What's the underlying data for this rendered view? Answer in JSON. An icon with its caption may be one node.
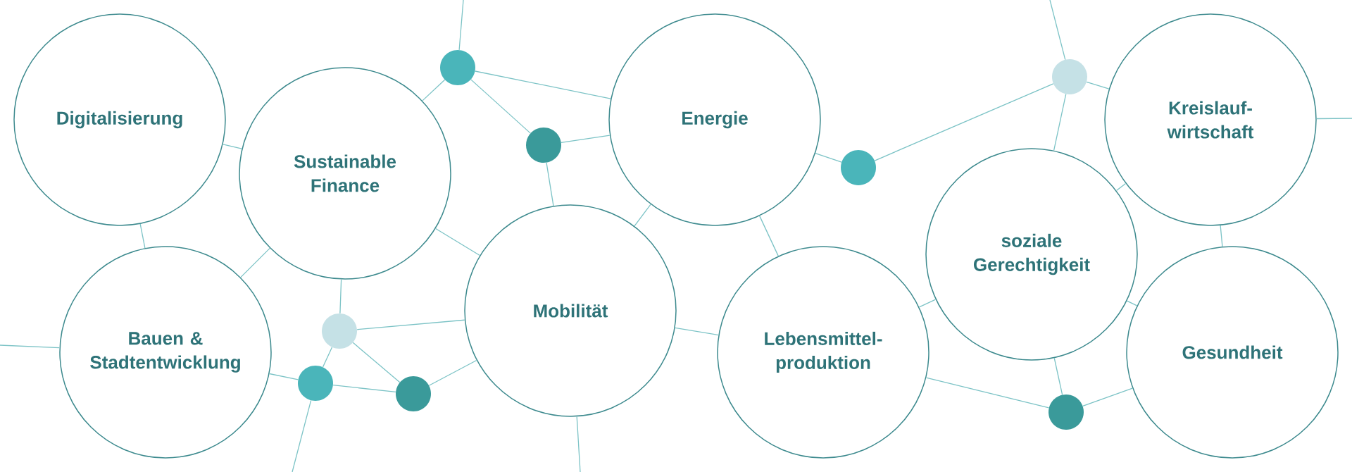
{
  "diagram": {
    "nodes": [
      {
        "text": [
          "Digitalisierung"
        ]
      },
      {
        "text": [
          "Sustainable Finance"
        ]
      },
      {
        "text": [
          "Energie"
        ]
      },
      {
        "text": [
          "Kreislauf-wirtschaft"
        ]
      },
      {
        "text": [
          "soziale Gerechtigkeit"
        ]
      },
      {
        "text": [
          "Bauen & Stadtentwicklung"
        ]
      },
      {
        "text": [
          "Mobilität"
        ]
      },
      {
        "text": [
          "Lebensmittel-produktion"
        ]
      },
      {
        "text": [
          "Gesundheit"
        ]
      },
      {
        "text": [],
        "shape": "circle"
      },
      {
        "text": [],
        "shape": "circle"
      },
      {
        "text": [],
        "shape": "circle"
      },
      {
        "text": [],
        "shape": "circle"
      },
      {
        "text": [],
        "shape": "circle"
      },
      {
        "text": [],
        "shape": "circle"
      },
      {
        "text": [],
        "shape": "circle"
      },
      {
        "text": [],
        "shape": "circle"
      }
    ],
    "edges": [
      {
        "from": 0,
        "to": 1,
        "arrow": "none"
      },
      {
        "from": 0,
        "to": 5,
        "arrow": "none"
      },
      {
        "from": 1,
        "to": 5,
        "arrow": "none"
      },
      {
        "from": 1,
        "to": 12,
        "arrow": "none"
      },
      {
        "from": 12,
        "to": 2,
        "arrow": "none"
      },
      {
        "from": 12,
        "to": 13,
        "arrow": "none"
      },
      {
        "from": 13,
        "to": 2,
        "arrow": "none"
      },
      {
        "from": 13,
        "to": 6,
        "arrow": "none"
      },
      {
        "from": 1,
        "to": 6,
        "arrow": "none"
      },
      {
        "from": 1,
        "to": 10,
        "arrow": "none"
      },
      {
        "from": 10,
        "to": 6,
        "arrow": "none"
      },
      {
        "from": 10,
        "to": 9,
        "arrow": "none"
      },
      {
        "from": 10,
        "to": 11,
        "arrow": "none"
      },
      {
        "from": 5,
        "to": 9,
        "arrow": "none"
      },
      {
        "from": 9,
        "to": 11,
        "arrow": "none"
      },
      {
        "from": 11,
        "to": 6,
        "arrow": "none"
      },
      {
        "from": 6,
        "to": 2,
        "arrow": "none"
      },
      {
        "from": 5,
        "to": null,
        "arrow": "none"
      },
      {
        "from": 12,
        "to": null,
        "arrow": "none"
      },
      {
        "from": 9,
        "to": null,
        "arrow": "none"
      },
      {
        "from": 6,
        "to": null,
        "arrow": "none"
      },
      {
        "from": 6,
        "to": 7,
        "arrow": "none"
      },
      {
        "from": 2,
        "to": 14,
        "arrow": "none"
      },
      {
        "from": 14,
        "to": 16,
        "arrow": "none"
      },
      {
        "from": 16,
        "to": null,
        "arrow": "none"
      },
      {
        "from": 16,
        "to": 3,
        "arrow": "none"
      },
      {
        "from": 16,
        "to": 4,
        "arrow": "none"
      },
      {
        "from": 2,
        "to": 7,
        "arrow": "none"
      },
      {
        "from": 7,
        "to": 4,
        "arrow": "none"
      },
      {
        "from": 7,
        "to": 15,
        "arrow": "none"
      },
      {
        "from": 4,
        "to": 15,
        "arrow": "none"
      },
      {
        "from": 15,
        "to": 8,
        "arrow": "none"
      },
      {
        "from": 4,
        "to": 3,
        "arrow": "none"
      },
      {
        "from": 4,
        "to": 8,
        "arrow": "none"
      },
      {
        "from": 3,
        "to": 8,
        "arrow": "none"
      },
      {
        "from": 3,
        "to": null,
        "arrow": "none"
      }
    ]
  }
}
